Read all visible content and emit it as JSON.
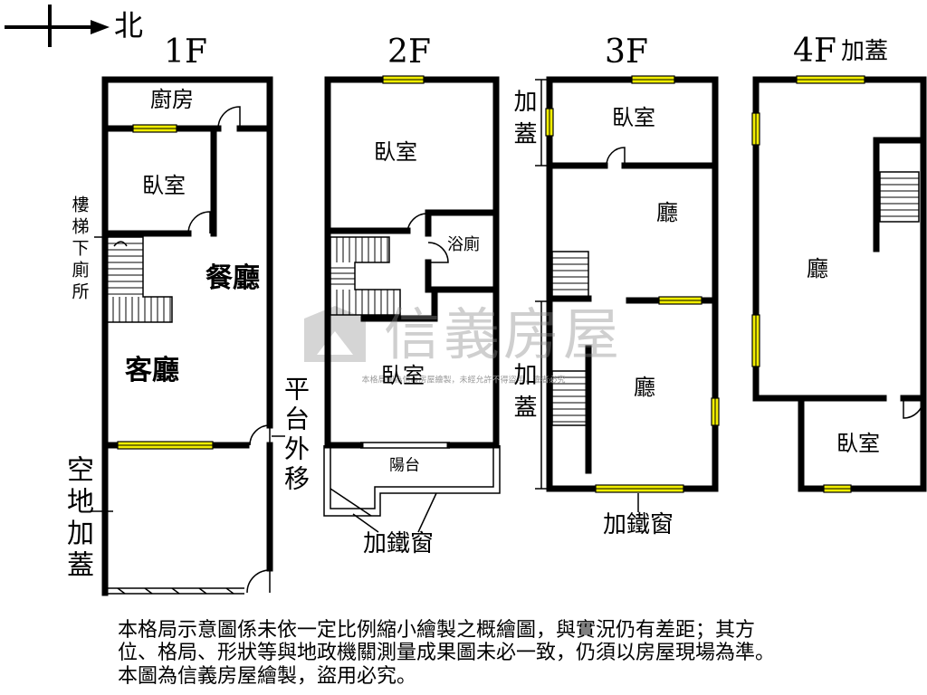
{
  "compass": {
    "north_label": "北"
  },
  "floors": {
    "f1": {
      "label": "1F",
      "kitchen": "廚房",
      "bedroom": "臥室",
      "dining": "餐廳",
      "living": "客廳",
      "stair_toilet_note": "樓梯下廁所",
      "platform_note": "平台外移",
      "yard_note": "空地加蓋"
    },
    "f2": {
      "label": "2F",
      "bedroom_top": "臥室",
      "bathroom": "浴廁",
      "bedroom_bottom": "臥室",
      "balcony": "陽台",
      "iron_window_note": "加鐵窗"
    },
    "f3": {
      "label": "3F",
      "added_top_note": "加蓋",
      "bedroom": "臥室",
      "hall_upper": "廳",
      "added_lower_note": "加蓋",
      "hall_lower": "廳",
      "iron_window_note": "加鐵窗"
    },
    "f4": {
      "label": "4F",
      "added_tag": "加蓋",
      "hall": "廳",
      "bedroom": "臥室"
    }
  },
  "watermark": {
    "brand": "信義房屋",
    "notice": "本格局圖為信義房屋繪製，未經允許不得盜用，違者必究"
  },
  "disclaimer": {
    "lines": [
      "本格局示意圖係未依一定比例縮小繪製之概繪圖，與實況仍有差距；其方",
      "位、格局、形狀等與地政機關測量成果圖未必一致，仍須以房屋現場為準。",
      "本圖為信義房屋繪製，盜用必究。"
    ]
  },
  "colors": {
    "wall": "#000000",
    "window": "#f2ee00",
    "watermark": "#9a9a9a"
  }
}
